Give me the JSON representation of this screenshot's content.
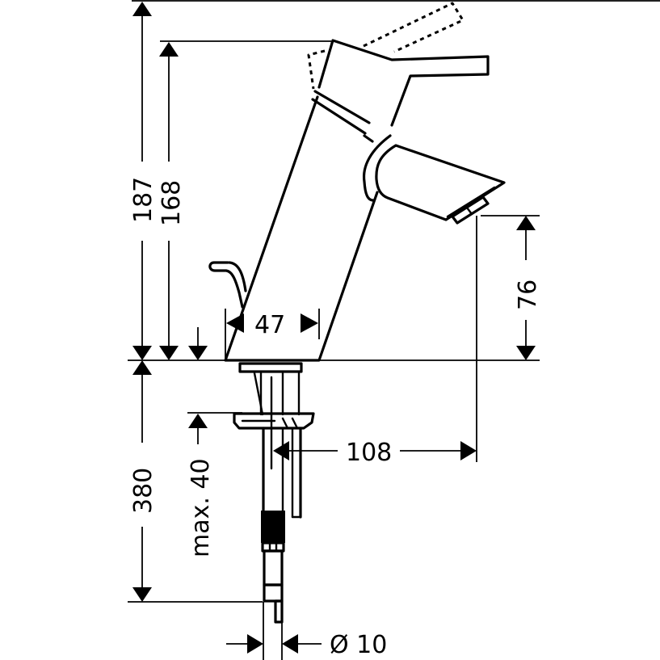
{
  "diagram": {
    "title": "Single-lever basin mixer technical dimension drawing",
    "units": "mm",
    "colors": {
      "line": "#000000",
      "background": "#ffffff"
    },
    "dimensions": {
      "total_height": "187",
      "body_height": "168",
      "spout_height": "76",
      "base_width": "47",
      "spout_reach": "108",
      "below_deck_length": "380",
      "max_deck_thickness": "max. 40",
      "connection_diameter": "Ø 10"
    },
    "parts": [
      "lever-handle",
      "lever-handle-raised-position",
      "mixer-body",
      "spout",
      "aerator",
      "pop-up-rod",
      "mounting-shank",
      "mounting-nut",
      "flexible-hose"
    ]
  }
}
